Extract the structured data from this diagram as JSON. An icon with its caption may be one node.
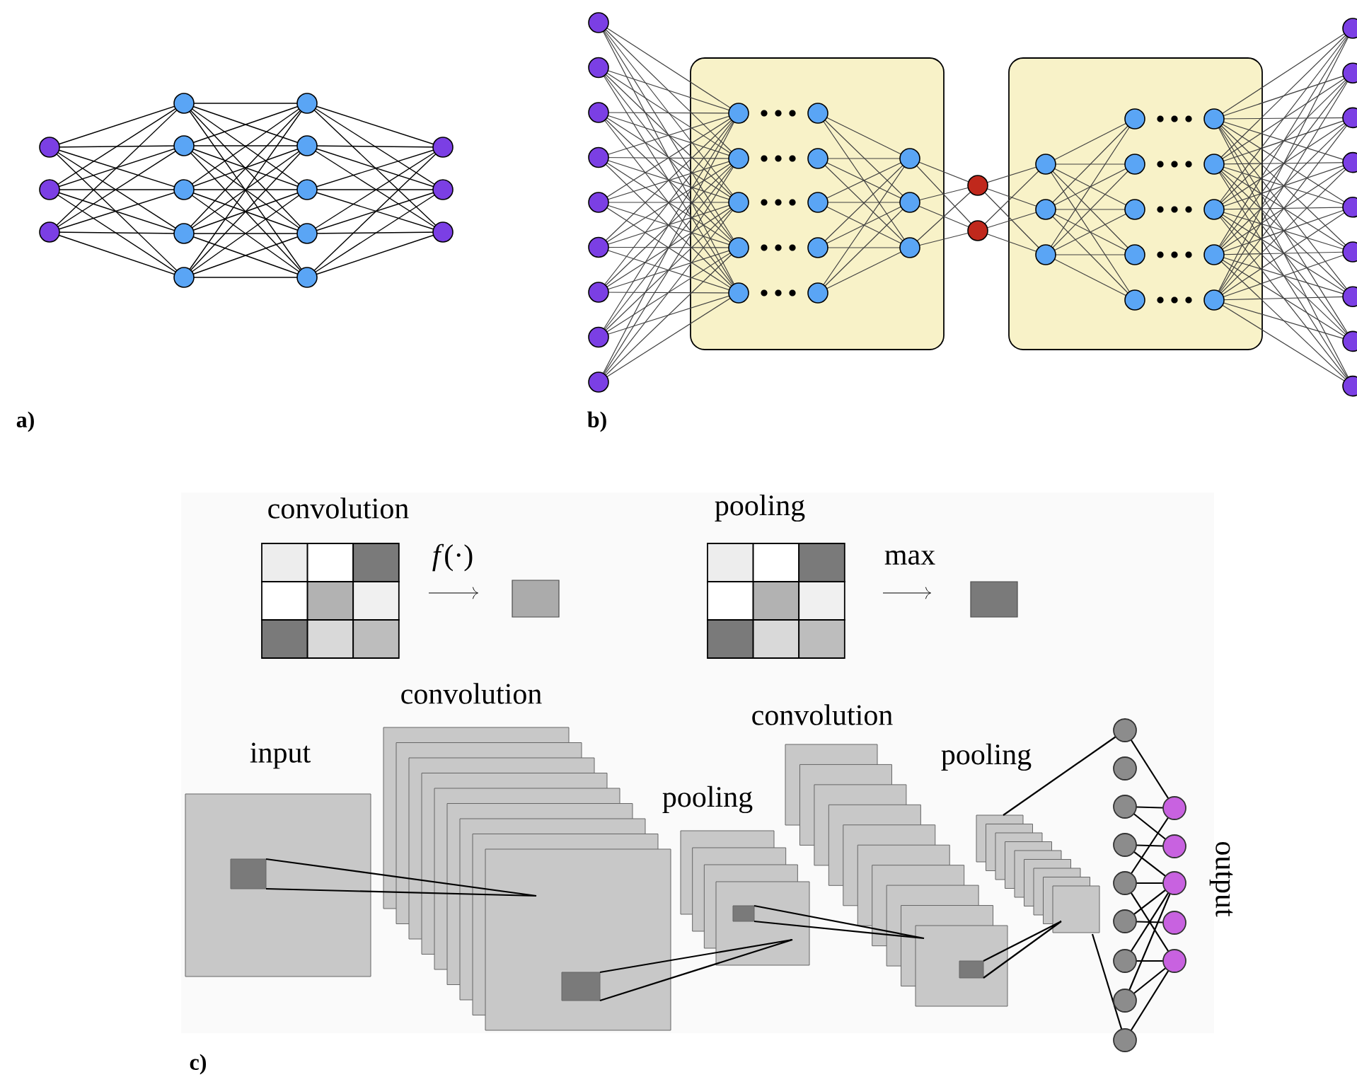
{
  "diagram": {
    "labels": [
      "a)",
      "b)",
      "convolution",
      "*f*(·)",
      "pooling",
      "max",
      "convolution",
      "input",
      "pooling",
      "convolution",
      "pooling",
      "output",
      "c)"
    ]
  }
}
